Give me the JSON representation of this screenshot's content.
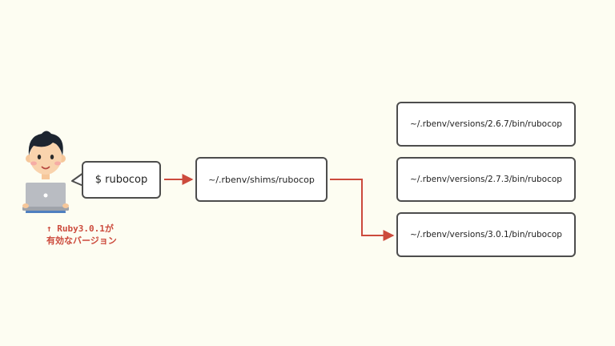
{
  "colors": {
    "background": "#fdfdf2",
    "box_border": "#4d4d4d",
    "arrow": "#cc4a3c",
    "note_text": "#cc4a3c"
  },
  "command": {
    "label": "$ rubocop"
  },
  "shim": {
    "label": "~/.rbenv/shims/rubocop"
  },
  "versions": [
    {
      "label": "~/.rbenv/versions/2.6.7/bin/rubocop"
    },
    {
      "label": "~/.rbenv/versions/2.7.3/bin/rubocop"
    },
    {
      "label": "~/.rbenv/versions/3.0.1/bin/rubocop"
    }
  ],
  "note": {
    "line1": "↑ Ruby3.0.1が",
    "line2": "有効なバージョン"
  },
  "icons": {
    "person": "person-with-laptop-icon",
    "laptop_logo": "apple-logo-icon"
  }
}
